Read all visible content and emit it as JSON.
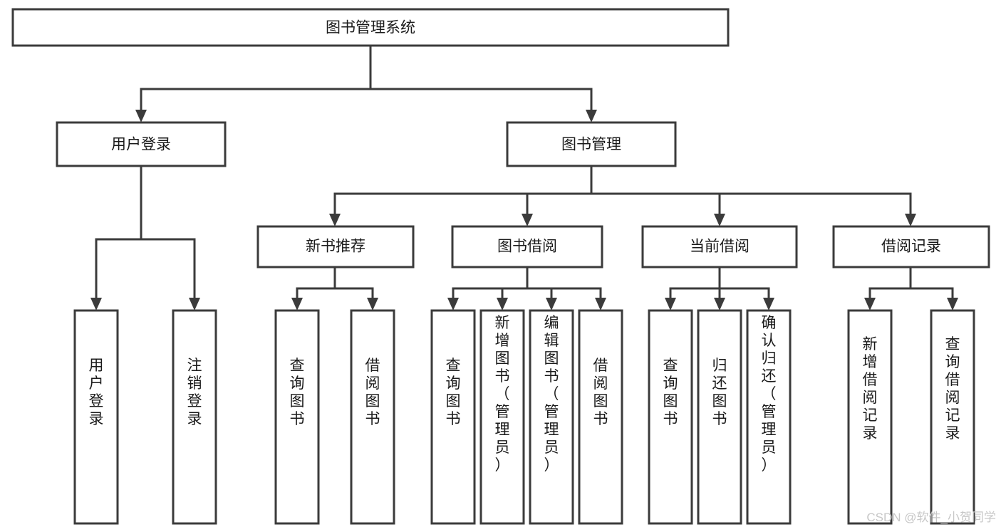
{
  "diagram": {
    "title": "图书管理系统",
    "type": "hierarchy-tree",
    "orientation": "top-down",
    "root": {
      "id": "root",
      "label": "图书管理系统",
      "level": 0
    },
    "level1": [
      {
        "id": "user-login",
        "label": "用户登录",
        "level": 1
      },
      {
        "id": "book-management",
        "label": "图书管理",
        "level": 1
      }
    ],
    "level2": [
      {
        "id": "new-book-recommend",
        "label": "新书推荐",
        "level": 2,
        "parent": "book-management"
      },
      {
        "id": "book-borrow",
        "label": "图书借阅",
        "level": 2,
        "parent": "book-management"
      },
      {
        "id": "current-borrow",
        "label": "当前借阅",
        "level": 2,
        "parent": "book-management"
      },
      {
        "id": "borrow-record",
        "label": "借阅记录",
        "level": 2,
        "parent": "book-management"
      }
    ],
    "leaves": [
      {
        "id": "leaf-user-login",
        "label": "用户登录",
        "parent": "user-login"
      },
      {
        "id": "leaf-logout-login",
        "label": "注销登录",
        "parent": "user-login"
      },
      {
        "id": "leaf-query-book-1",
        "label": "查询图书",
        "parent": "new-book-recommend"
      },
      {
        "id": "leaf-borrow-book-1",
        "label": "借阅图书",
        "parent": "new-book-recommend"
      },
      {
        "id": "leaf-query-book-2",
        "label": "查询图书",
        "parent": "book-borrow"
      },
      {
        "id": "leaf-add-book",
        "label": "新增图书（管理员）",
        "parent": "book-borrow"
      },
      {
        "id": "leaf-edit-book",
        "label": "编辑图书（管理员）",
        "parent": "book-borrow"
      },
      {
        "id": "leaf-borrow-book-2",
        "label": "借阅图书",
        "parent": "book-borrow"
      },
      {
        "id": "leaf-query-book-3",
        "label": "查询图书",
        "parent": "current-borrow"
      },
      {
        "id": "leaf-return-book",
        "label": "归还图书",
        "parent": "current-borrow"
      },
      {
        "id": "leaf-confirm-return",
        "label": "确认归还（管理员）",
        "parent": "current-borrow"
      },
      {
        "id": "leaf-add-record",
        "label": "新增借阅记录",
        "parent": "borrow-record"
      },
      {
        "id": "leaf-query-record",
        "label": "查询借阅记录",
        "parent": "borrow-record"
      }
    ],
    "colors": {
      "box_stroke": "#3b3b3b",
      "box_fill": "#ffffff",
      "text": "#1a1a1a",
      "connector": "#3b3b3b",
      "watermark": "#c7c7c7",
      "background": "#ffffff"
    }
  },
  "watermark": {
    "text": "CSDN @软件_小贺同学"
  }
}
